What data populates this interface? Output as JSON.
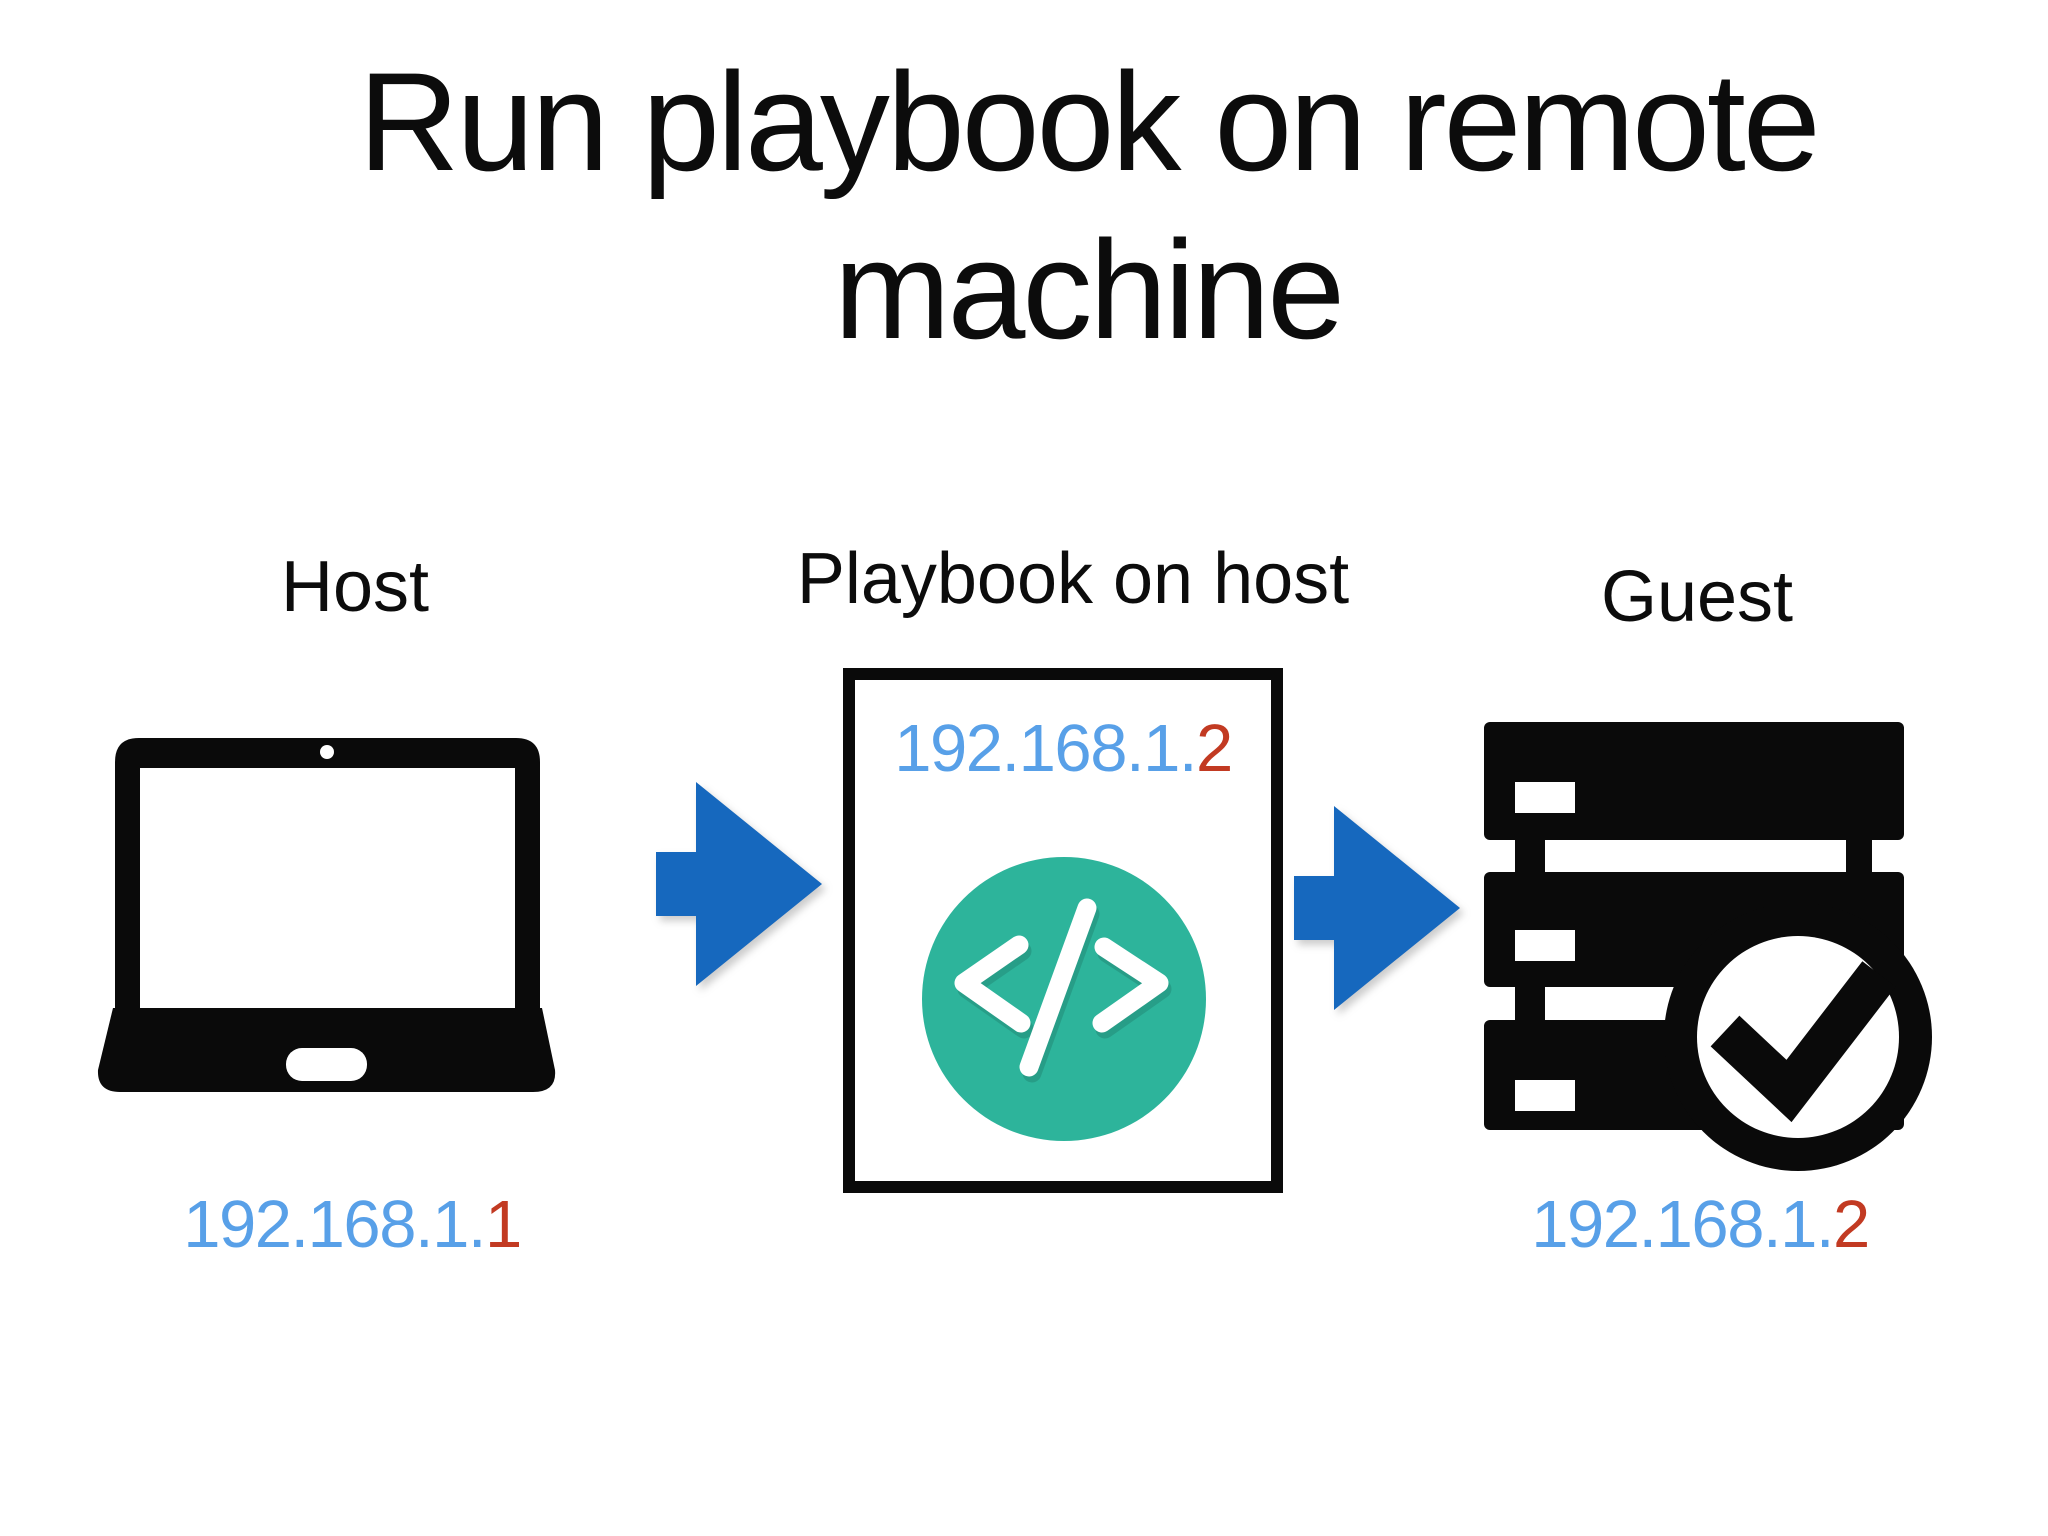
{
  "title": "Run playbook on remote machine",
  "columns": {
    "host": {
      "label": "Host",
      "ip": {
        "prefix": "192.168.1.",
        "last": "1"
      }
    },
    "playbook": {
      "label": "Playbook on host",
      "ip": {
        "prefix": "192.168.1.",
        "last": "2"
      }
    },
    "guest": {
      "label": "Guest",
      "ip": {
        "prefix": "192.168.1.",
        "last": "2"
      }
    }
  },
  "icons": {
    "host": "laptop-icon",
    "playbook": "code-circle-icon",
    "guest": "server-check-icon",
    "connectors": [
      "arrow-right-icon",
      "arrow-right-icon"
    ]
  },
  "colors": {
    "ip_blue": "#58A0E8",
    "ip_red": "#C23A22",
    "arrow_blue": "#1668BE",
    "code_teal": "#2DB49B",
    "icon_black": "#0A0A0A",
    "background": "#FFFFFF"
  }
}
